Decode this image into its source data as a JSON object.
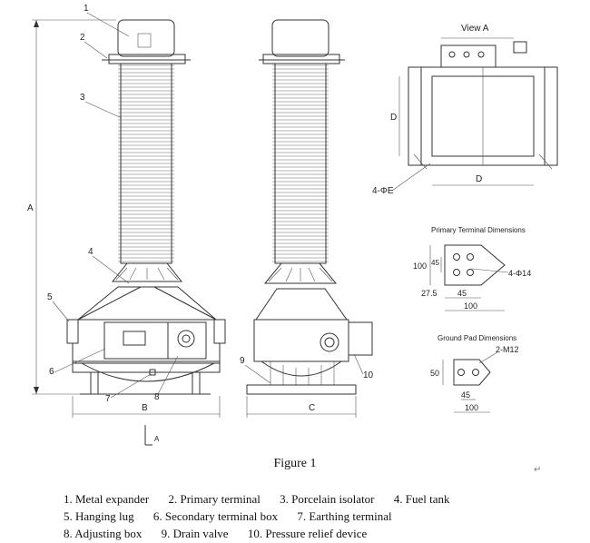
{
  "figure_caption": "Figure 1",
  "view_a_title": "View A",
  "primary_terminal_title": "Primary Terminal Dimensions",
  "ground_pad_title": "Ground Pad Dimensions",
  "labels": {
    "A": "A",
    "B": "B",
    "C": "C",
    "D": "D",
    "hole_E": "4-ΦE",
    "pt_100_v": "100",
    "pt_45_v": "45",
    "pt_holes": "4-Φ14",
    "pt_27_5": "27.5",
    "pt_45_h": "45",
    "pt_100_h": "100",
    "gp_50": "50",
    "gp_holes": "2-M12",
    "gp_45": "45",
    "gp_100": "100",
    "arrow_A": "A"
  },
  "callouts": [
    "1",
    "2",
    "3",
    "4",
    "5",
    "6",
    "7",
    "8",
    "9",
    "10"
  ],
  "legend_rows": [
    [
      "1. Metal expander",
      "2. Primary terminal",
      "3. Porcelain isolator",
      "4. Fuel tank"
    ],
    [
      "5. Hanging lug",
      "6. Secondary terminal box",
      "7. Earthing terminal"
    ],
    [
      "8. Adjusting box",
      "9. Drain valve",
      "10. Pressure relief device"
    ]
  ],
  "return_mark": "↵"
}
